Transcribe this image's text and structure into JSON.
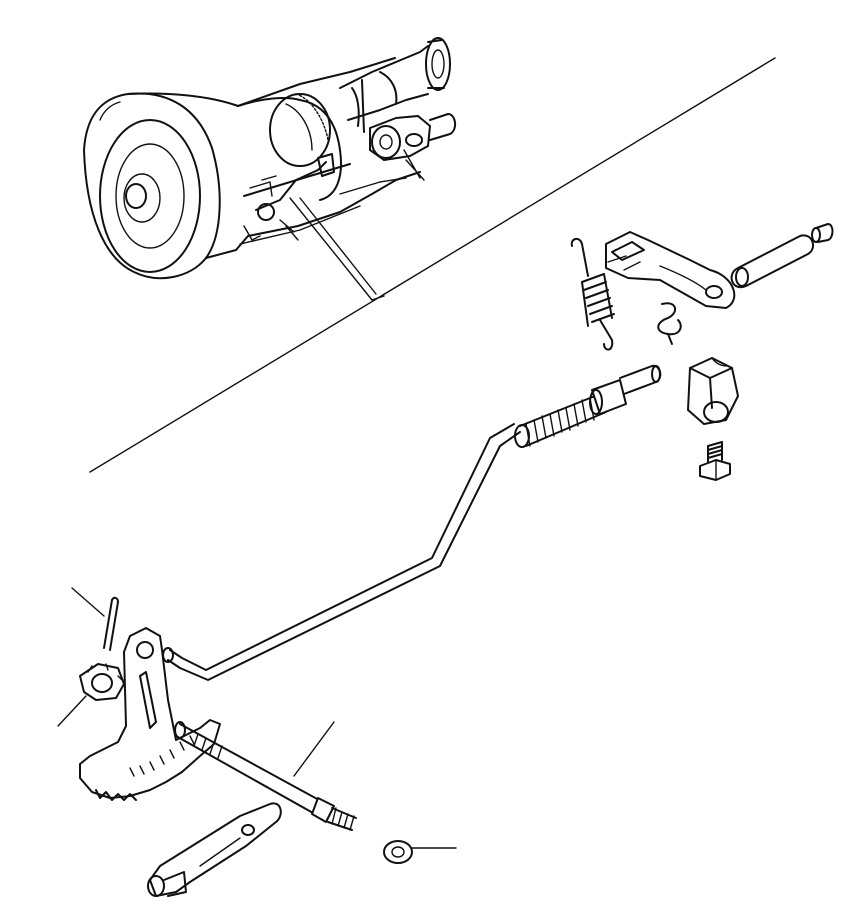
{
  "figure": {
    "background": "#ffffff",
    "line_color": "#111111",
    "text_labels": []
  },
  "parts": [
    {
      "name": "transmission-assembly"
    },
    {
      "name": "shift-rod"
    },
    {
      "name": "return-spring"
    },
    {
      "name": "selector-lever"
    },
    {
      "name": "clevis-pin"
    },
    {
      "name": "spring-clip"
    },
    {
      "name": "rod-guide-block"
    },
    {
      "name": "retaining-bolt"
    },
    {
      "name": "split-pin"
    },
    {
      "name": "castle-nut"
    },
    {
      "name": "quadrant-plate"
    },
    {
      "name": "selector-shaft"
    },
    {
      "name": "shaft-washer"
    },
    {
      "name": "control-arm"
    }
  ]
}
